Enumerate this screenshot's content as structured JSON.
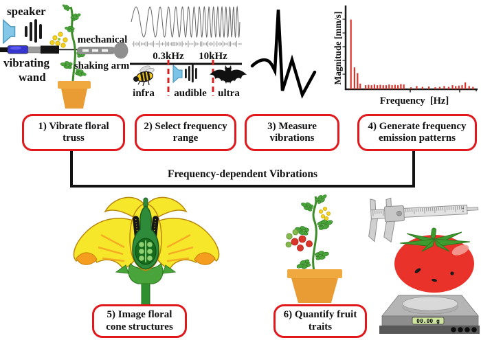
{
  "colors": {
    "step_border": "#e0181c",
    "band_divider": "#d81e1e",
    "spectrum_bar": "#d9342b"
  },
  "panel1": {
    "speaker": "speaker",
    "wand_line1": "vibrating",
    "wand_line2": "wand",
    "arm_line1": "mechanical",
    "arm_line2": "shaking arm"
  },
  "panel2": {
    "freq_low": "0.3kHz",
    "freq_high": "10kHz",
    "bands": [
      "infra",
      "audible",
      "ultra"
    ]
  },
  "panel4": {
    "ylabel": "Magnitude [mm/s]",
    "xlabel": "Frequency  [Hz]"
  },
  "steps": [
    {
      "label": "1) Vibrate floral truss"
    },
    {
      "label": "2) Select frequency range"
    },
    {
      "label": "3) Measure vibrations"
    },
    {
      "label": "4) Generate frequency emission patterns"
    },
    {
      "label": "5) Image floral cone structures"
    },
    {
      "label": "6) Quantify fruit traits"
    }
  ],
  "bracket_label": "Frequency-dependent Vibrations",
  "scale": {
    "display": "00.00 g"
  },
  "chart_data": {
    "type": "bar",
    "title": "",
    "xlabel": "Frequency  [Hz]",
    "ylabel": "Magnitude [mm/s]",
    "axis_numbering": "none (relative units)",
    "x_relative": [
      0.03,
      0.058,
      0.082,
      0.103,
      0.145,
      0.168,
      0.191,
      0.214,
      0.237,
      0.26,
      0.283,
      0.306,
      0.329,
      0.352,
      0.375,
      0.398,
      0.421,
      0.444,
      0.5,
      0.545,
      0.59,
      0.64,
      0.69,
      0.725,
      0.76,
      0.795,
      0.825,
      0.85,
      0.875,
      0.9,
      0.925,
      0.955,
      0.985
    ],
    "magnitude_relative": [
      0.86,
      0.27,
      0.2,
      0.07,
      0.05,
      0.055,
      0.05,
      0.06,
      0.05,
      0.055,
      0.05,
      0.05,
      0.06,
      0.05,
      0.055,
      0.05,
      0.065,
      0.06,
      0.025,
      0.04,
      0.03,
      0.035,
      0.025,
      0.03,
      0.04,
      0.03,
      0.05,
      0.04,
      0.045,
      0.05,
      0.085,
      0.04,
      0.03
    ]
  }
}
